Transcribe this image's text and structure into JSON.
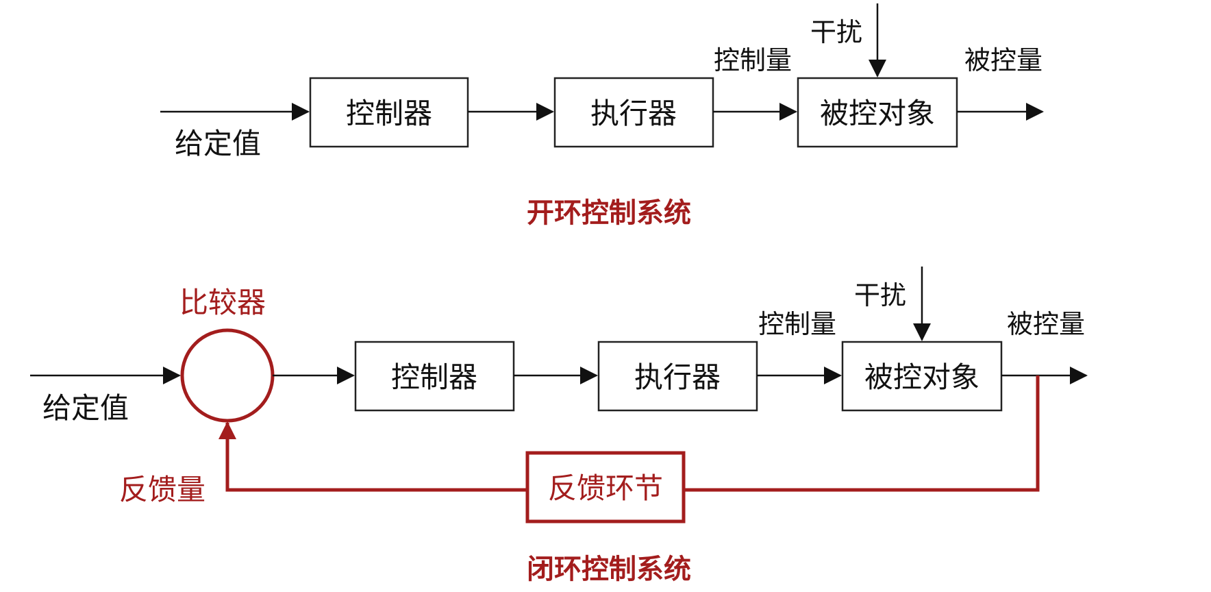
{
  "open_loop": {
    "input_label": "给定值",
    "controller_label": "控制器",
    "actuator_label": "执行器",
    "plant_label": "被控对象",
    "control_variable_label": "控制量",
    "disturbance_label": "干扰",
    "output_label": "被控量",
    "title": "开环控制系统"
  },
  "closed_loop": {
    "input_label": "给定值",
    "comparator_label": "比较器",
    "controller_label": "控制器",
    "actuator_label": "执行器",
    "plant_label": "被控对象",
    "control_variable_label": "控制量",
    "disturbance_label": "干扰",
    "output_label": "被控量",
    "feedback_element_label": "反馈环节",
    "feedback_signal_label": "反馈量",
    "title": "闭环控制系统"
  },
  "colors": {
    "line": "#111111",
    "highlight": "#a31d1d",
    "title": "#a31d1d"
  }
}
